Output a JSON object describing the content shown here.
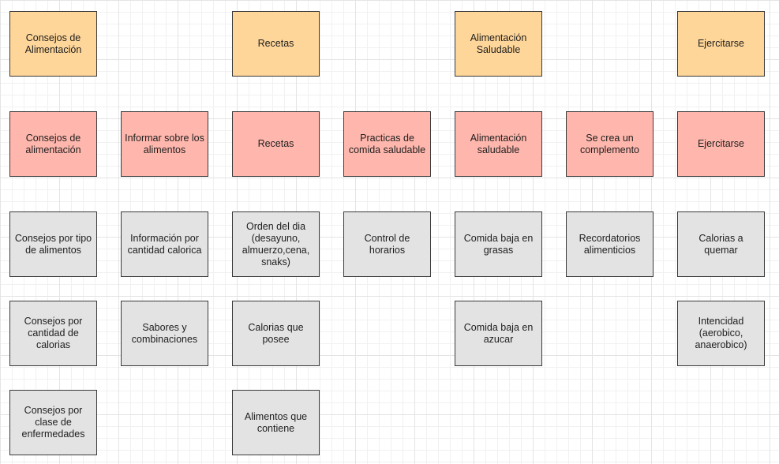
{
  "colors": {
    "category": "#ffd699",
    "subcategory": "#ffb7ad",
    "detail": "#e3e3e3"
  },
  "row1": {
    "consejos": "Consejos de Alimentación",
    "recetas": "Recetas",
    "alimentacion": "Alimentación Saludable",
    "ejercitarse": "Ejercitarse"
  },
  "row2": {
    "consejos": "Consejos de alimentación",
    "informar": "Informar sobre los alimentos",
    "recetas": "Recetas",
    "practicas": "Practicas de comida saludable",
    "alimentacion": "Alimentación saludable",
    "complemento": "Se crea un complemento",
    "ejercitarse": "Ejercitarse"
  },
  "row3": {
    "consejos_tipo": "Consejos por tipo de alimentos",
    "info_calorica": "Información por cantidad calorica",
    "orden_dia": "Orden del dia (desayuno, almuerzo,cena, snaks)",
    "control_horarios": "Control de horarios",
    "baja_grasas": "Comida baja en grasas",
    "recordatorios": "Recordatorios alimenticios",
    "calorias_quemar": "Calorias a quemar"
  },
  "row4": {
    "consejos_calorias": "Consejos por cantidad de calorias",
    "sabores": "Sabores y combinaciones",
    "calorias_posee": "Calorias que posee",
    "baja_azucar": "Comida baja en azucar",
    "intencidad": "Intencidad (aerobico, anaerobico)"
  },
  "row5": {
    "consejos_enfermedades": "Consejos por clase de enfermedades",
    "alimentos_contiene": "Alimentos que contiene"
  }
}
